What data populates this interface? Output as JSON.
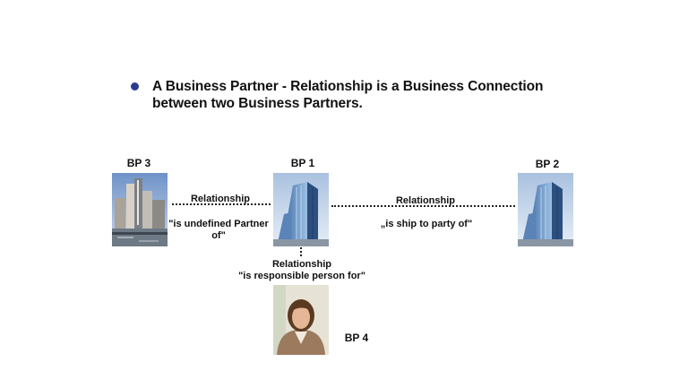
{
  "intro": {
    "text": "A Business Partner - Relationship is a Business Connection between two Business Partners."
  },
  "partners": {
    "bp1": "BP 1",
    "bp2": "BP 2",
    "bp3": "BP 3",
    "bp4": "BP 4"
  },
  "relationships": {
    "bp3_bp1": {
      "label": "Relationship",
      "description": "\"is undefined Partner of\""
    },
    "bp1_bp2": {
      "label": "Relationship",
      "description": "„is ship to party of\""
    },
    "bp1_bp4": {
      "label": "Relationship",
      "description": "\"is responsible person for\""
    }
  },
  "icons": {
    "bp1": "office-tower-image",
    "bp2": "office-tower-image",
    "bp3": "city-waterfront-image",
    "bp4": "businesswoman-photo"
  },
  "colors": {
    "bullet": "#2a3b8f",
    "text": "#111111",
    "background": "#ffffff"
  }
}
